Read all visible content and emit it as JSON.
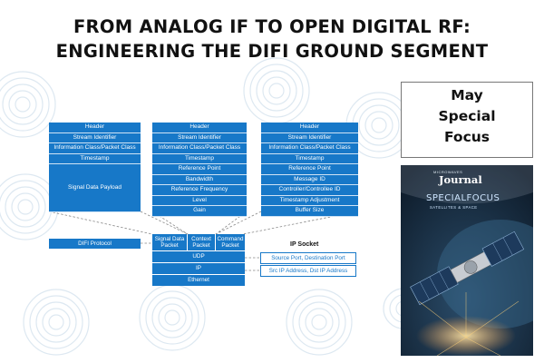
{
  "title": {
    "line1": "FROM ANALOG IF TO OPEN DIGITAL RF:",
    "line2": "ENGINEERING THE DIFI GROUND SEGMENT"
  },
  "diagram": {
    "signal_packet_fields": [
      "Header",
      "Stream Identifier",
      "Information Class/Packet Class",
      "Timestamp",
      "Signal Data Payload"
    ],
    "context_packet_fields": [
      "Header",
      "Stream Identifier",
      "Information Class/Packet Class",
      "Timestamp",
      "Reference Point",
      "Bandwidth",
      "Reference Frequency",
      "Level",
      "Gain"
    ],
    "command_packet_fields": [
      "Header",
      "Stream Identifier",
      "Information Class/Packet Class",
      "Timestamp",
      "Reference Point",
      "Message ID",
      "Controller/Controllee ID",
      "Timestamp Adjustment",
      "Buffer Size"
    ],
    "difi_protocol": "DIFI Protocol",
    "packet_types": [
      "Signal Data Packet",
      "Context Packet",
      "Command Packet"
    ],
    "stack_layers": [
      "UDP",
      "IP",
      "Ethernet"
    ],
    "ip_socket_title": "IP Socket",
    "socket_fields": [
      "Source Port, Destination Port",
      "Src IP Address, Dst IP Address"
    ]
  },
  "promo": {
    "focus_lines": [
      "May",
      "Special",
      "Focus"
    ],
    "cover": {
      "brand": "MICROWAVES",
      "journal": "Journal",
      "focus": "SPECIALFOCUS",
      "subtitle": "SATELLITES & SPACE"
    }
  },
  "colors": {
    "diagram_blue": "#1778c8",
    "deco_circles": "#dde8f1"
  }
}
